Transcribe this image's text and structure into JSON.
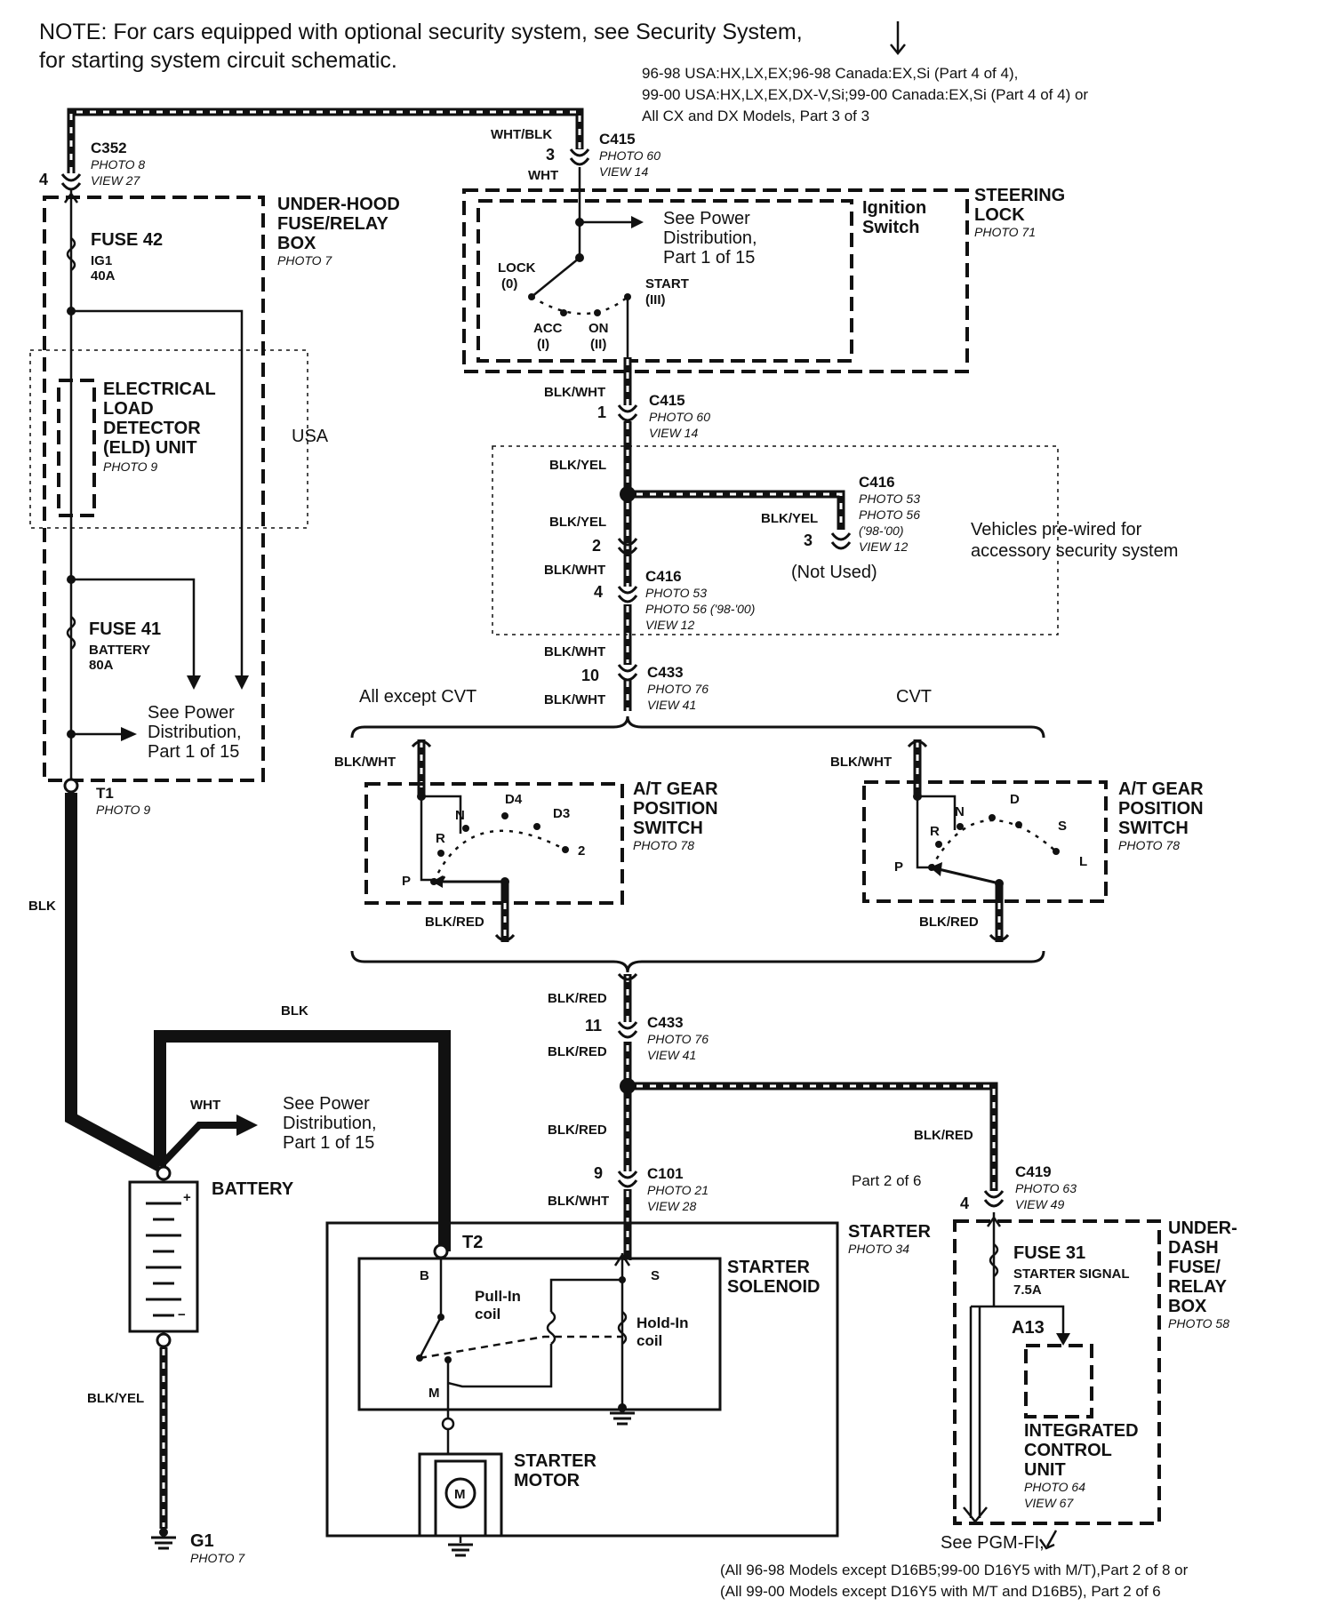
{
  "note": {
    "line1": "NOTE: For cars equipped with optional security system, see Security System,",
    "line2": "for starting system circuit schematic.",
    "ref1": "96-98 USA:HX,LX,EX;96-98 Canada:EX,Si (Part 4 of 4),",
    "ref2": "99-00 USA:HX,LX,EX,DX-V,Si;99-00 Canada:EX,Si (Part 4 of 4)  or",
    "ref3": "All CX and DX Models, Part 3 of 3"
  },
  "c352": {
    "name": "C352",
    "photo": "PHOTO 8",
    "view": "VIEW 27",
    "pin": "4"
  },
  "uh_box": {
    "l1": "UNDER-HOOD",
    "l2": "FUSE/RELAY",
    "l3": "BOX",
    "photo": "PHOTO 7"
  },
  "fuse42": {
    "name": "FUSE 42",
    "sub1": "IG1",
    "sub2": "40A"
  },
  "eld": {
    "l1": "ELECTRICAL",
    "l2": "LOAD",
    "l3": "DETECTOR",
    "l4": "(ELD) UNIT",
    "photo": "PHOTO 9",
    "usa": "USA"
  },
  "fuse41": {
    "name": "FUSE 41",
    "sub1": "BATTERY",
    "sub2": "80A"
  },
  "pd1": {
    "l1": "See Power",
    "l2": "Distribution,",
    "l3": "Part 1 of 15"
  },
  "t1": {
    "name": "T1",
    "photo": "PHOTO 9"
  },
  "wire_blk_main": "BLK",
  "c415_top": {
    "wire1": "WHT/BLK",
    "pin": "3",
    "wire2": "WHT",
    "name": "C415",
    "photo": "PHOTO 60",
    "view": "VIEW 14"
  },
  "ignition": {
    "pd1": "See Power",
    "pd2": "Distribution,",
    "pd3": "Part 1 of 15",
    "sw1": "Ignition",
    "sw2": "Switch",
    "lock1": "LOCK",
    "lock2": "(0)",
    "acc1": "ACC",
    "acc2": "(I)",
    "on1": "ON",
    "on2": "(II)",
    "start1": "START",
    "start2": "(III)",
    "sl1": "STEERING",
    "sl2": "LOCK",
    "photo": "PHOTO 71"
  },
  "c415_bot": {
    "wire": "BLK/WHT",
    "pin": "1",
    "name": "C415",
    "photo": "PHOTO 60",
    "view": "VIEW 14"
  },
  "c416": {
    "wire_top": "BLK/YEL",
    "wire_branch": "BLK/YEL",
    "wire_mid": "BLK/YEL",
    "pin2": "2",
    "pin3": "3",
    "r_name": "C416",
    "r_photo1": "PHOTO 53",
    "r_photo2": "PHOTO 56",
    "r_years": "('98-'00)",
    "r_view": "VIEW 12",
    "not_used": "(Not Used)",
    "wire_low": "BLK/WHT",
    "pin4": "4",
    "l_name": "C416",
    "l_photo1": "PHOTO 53",
    "l_photo2": "PHOTO 56 ('98-'00)",
    "l_view": "VIEW 12",
    "prewired1": "Vehicles pre-wired for",
    "prewired2": "accessory security system"
  },
  "c433_top": {
    "wire1": "BLK/WHT",
    "pin": "10",
    "wire2": "BLK/WHT",
    "name": "C433",
    "photo": "PHOTO 76",
    "view": "VIEW 41"
  },
  "at_left": {
    "label": "All except CVT",
    "wire_in": "BLK/WHT",
    "p": "P",
    "r": "R",
    "n": "N",
    "d4": "D4",
    "d3": "D3",
    "two": "2",
    "l1": "A/T GEAR",
    "l2": "POSITION",
    "l3": "SWITCH",
    "photo": "PHOTO 78",
    "wire_out": "BLK/RED"
  },
  "at_right": {
    "label": "CVT",
    "wire_in": "BLK/WHT",
    "p": "P",
    "r": "R",
    "n": "N",
    "d": "D",
    "s": "S",
    "l": "L",
    "l1": "A/T GEAR",
    "l2": "POSITION",
    "l3": "SWITCH",
    "photo": "PHOTO 78",
    "wire_out": "BLK/RED"
  },
  "c433_bot": {
    "wire1": "BLK/RED",
    "pin": "11",
    "wire2": "BLK/RED",
    "name": "C433",
    "photo": "PHOTO 76",
    "view": "VIEW 41"
  },
  "c101": {
    "wire1": "BLK/RED",
    "pin": "9",
    "wire2": "BLK/WHT",
    "name": "C101",
    "photo": "PHOTO 21",
    "view": "VIEW 28",
    "part": "Part 2 of 6"
  },
  "c419": {
    "wire": "BLK/RED",
    "pin": "4",
    "name": "C419",
    "photo": "PHOTO 63",
    "view": "VIEW 49"
  },
  "ud_box": {
    "l1": "UNDER-",
    "l2": "DASH",
    "l3": "FUSE/",
    "l4": "RELAY",
    "l5": "BOX",
    "photo": "PHOTO 58"
  },
  "fuse31": {
    "name": "FUSE 31",
    "sub1": "STARTER SIGNAL",
    "sub2": "7.5A"
  },
  "icu": {
    "pin": "A13",
    "l1": "INTEGRATED",
    "l2": "CONTROL",
    "l3": "UNIT",
    "photo": "PHOTO 64",
    "view": "VIEW 67"
  },
  "pgm": {
    "see": "See PGM-FI,",
    "ref1": "(All 96-98 Models except D16B5;99-00 D16Y5 with M/T),Part 2 of 8 or",
    "ref2": "(All 99-00 Models except D16Y5 with M/T and D16B5), Part 2 of 6"
  },
  "battery": {
    "name": "BATTERY",
    "wire_top": "BLK",
    "wire_wht": "WHT",
    "pd1": "See Power",
    "pd2": "Distribution,",
    "pd3": "Part 1 of 15",
    "plus": "+",
    "minus": "−",
    "wire_gnd": "BLK/YEL"
  },
  "g1": {
    "name": "G1",
    "photo": "PHOTO 7"
  },
  "starter": {
    "t2": "T2",
    "name": "STARTER",
    "photo": "PHOTO 34",
    "b": "B",
    "s": "S",
    "m": "M",
    "pull1": "Pull-In",
    "pull2": "coil",
    "hold1": "Hold-In",
    "hold2": "coil",
    "sol1": "STARTER",
    "sol2": "SOLENOID",
    "mot1": "STARTER",
    "mot2": "MOTOR",
    "motor_symbol": "M"
  }
}
